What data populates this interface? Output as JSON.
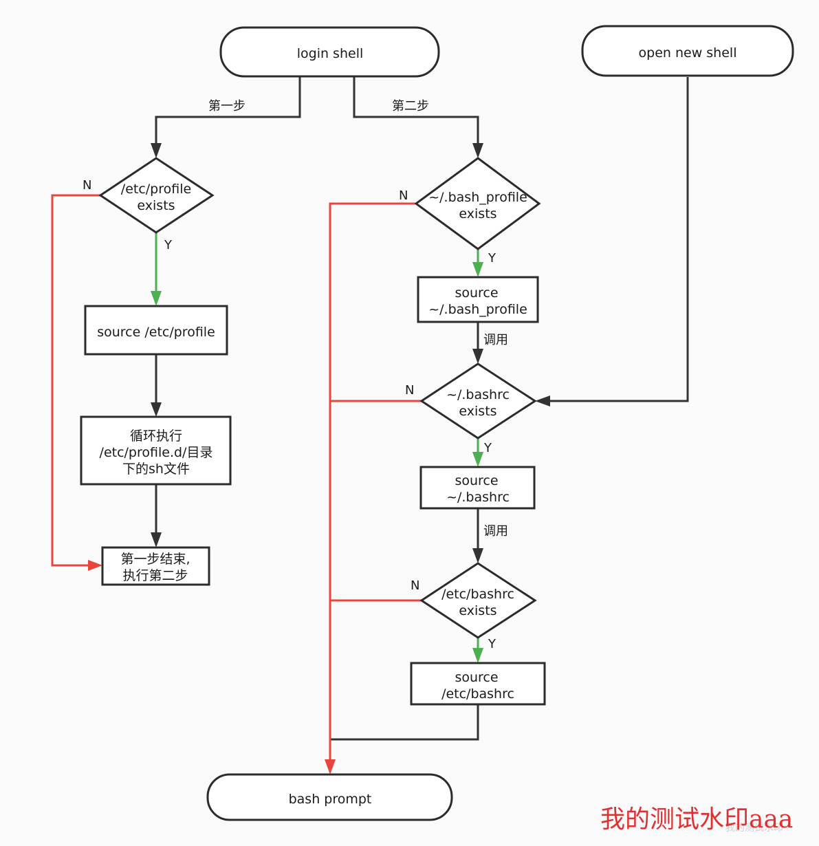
{
  "nodes": {
    "login_shell": "login shell",
    "open_new_shell": "open new shell",
    "etc_profile_exists": [
      "/etc/profile",
      "exists"
    ],
    "source_etc_profile": "source /etc/profile",
    "loop_profile_d": [
      "循环执行",
      "/etc/profile.d/目录",
      "下的sh文件"
    ],
    "step1_end": [
      "第一步结束,",
      "执行第二步"
    ],
    "bash_profile_exists": [
      "~/.bash_profile",
      "exists"
    ],
    "source_bash_profile": [
      "source",
      "~/.bash_profile"
    ],
    "bashrc_exists": [
      "~/.bashrc",
      "exists"
    ],
    "source_bashrc": [
      "source",
      "~/.bashrc"
    ],
    "etc_bashrc_exists": [
      "/etc/bashrc",
      "exists"
    ],
    "source_etc_bashrc": [
      "source",
      "/etc/bashrc"
    ],
    "bash_prompt": "bash prompt"
  },
  "edge_labels": {
    "step_one": "第一步",
    "step_two": "第二步",
    "yes": "Y",
    "no": "N",
    "calls": "调用"
  },
  "watermark": {
    "main": "我的测试水印aaa",
    "faint": "我的测试水印"
  },
  "colors": {
    "yes_edge": "#4caf50",
    "no_edge": "#e8453c",
    "flow_edge": "#333333",
    "watermark": "#e03131"
  }
}
